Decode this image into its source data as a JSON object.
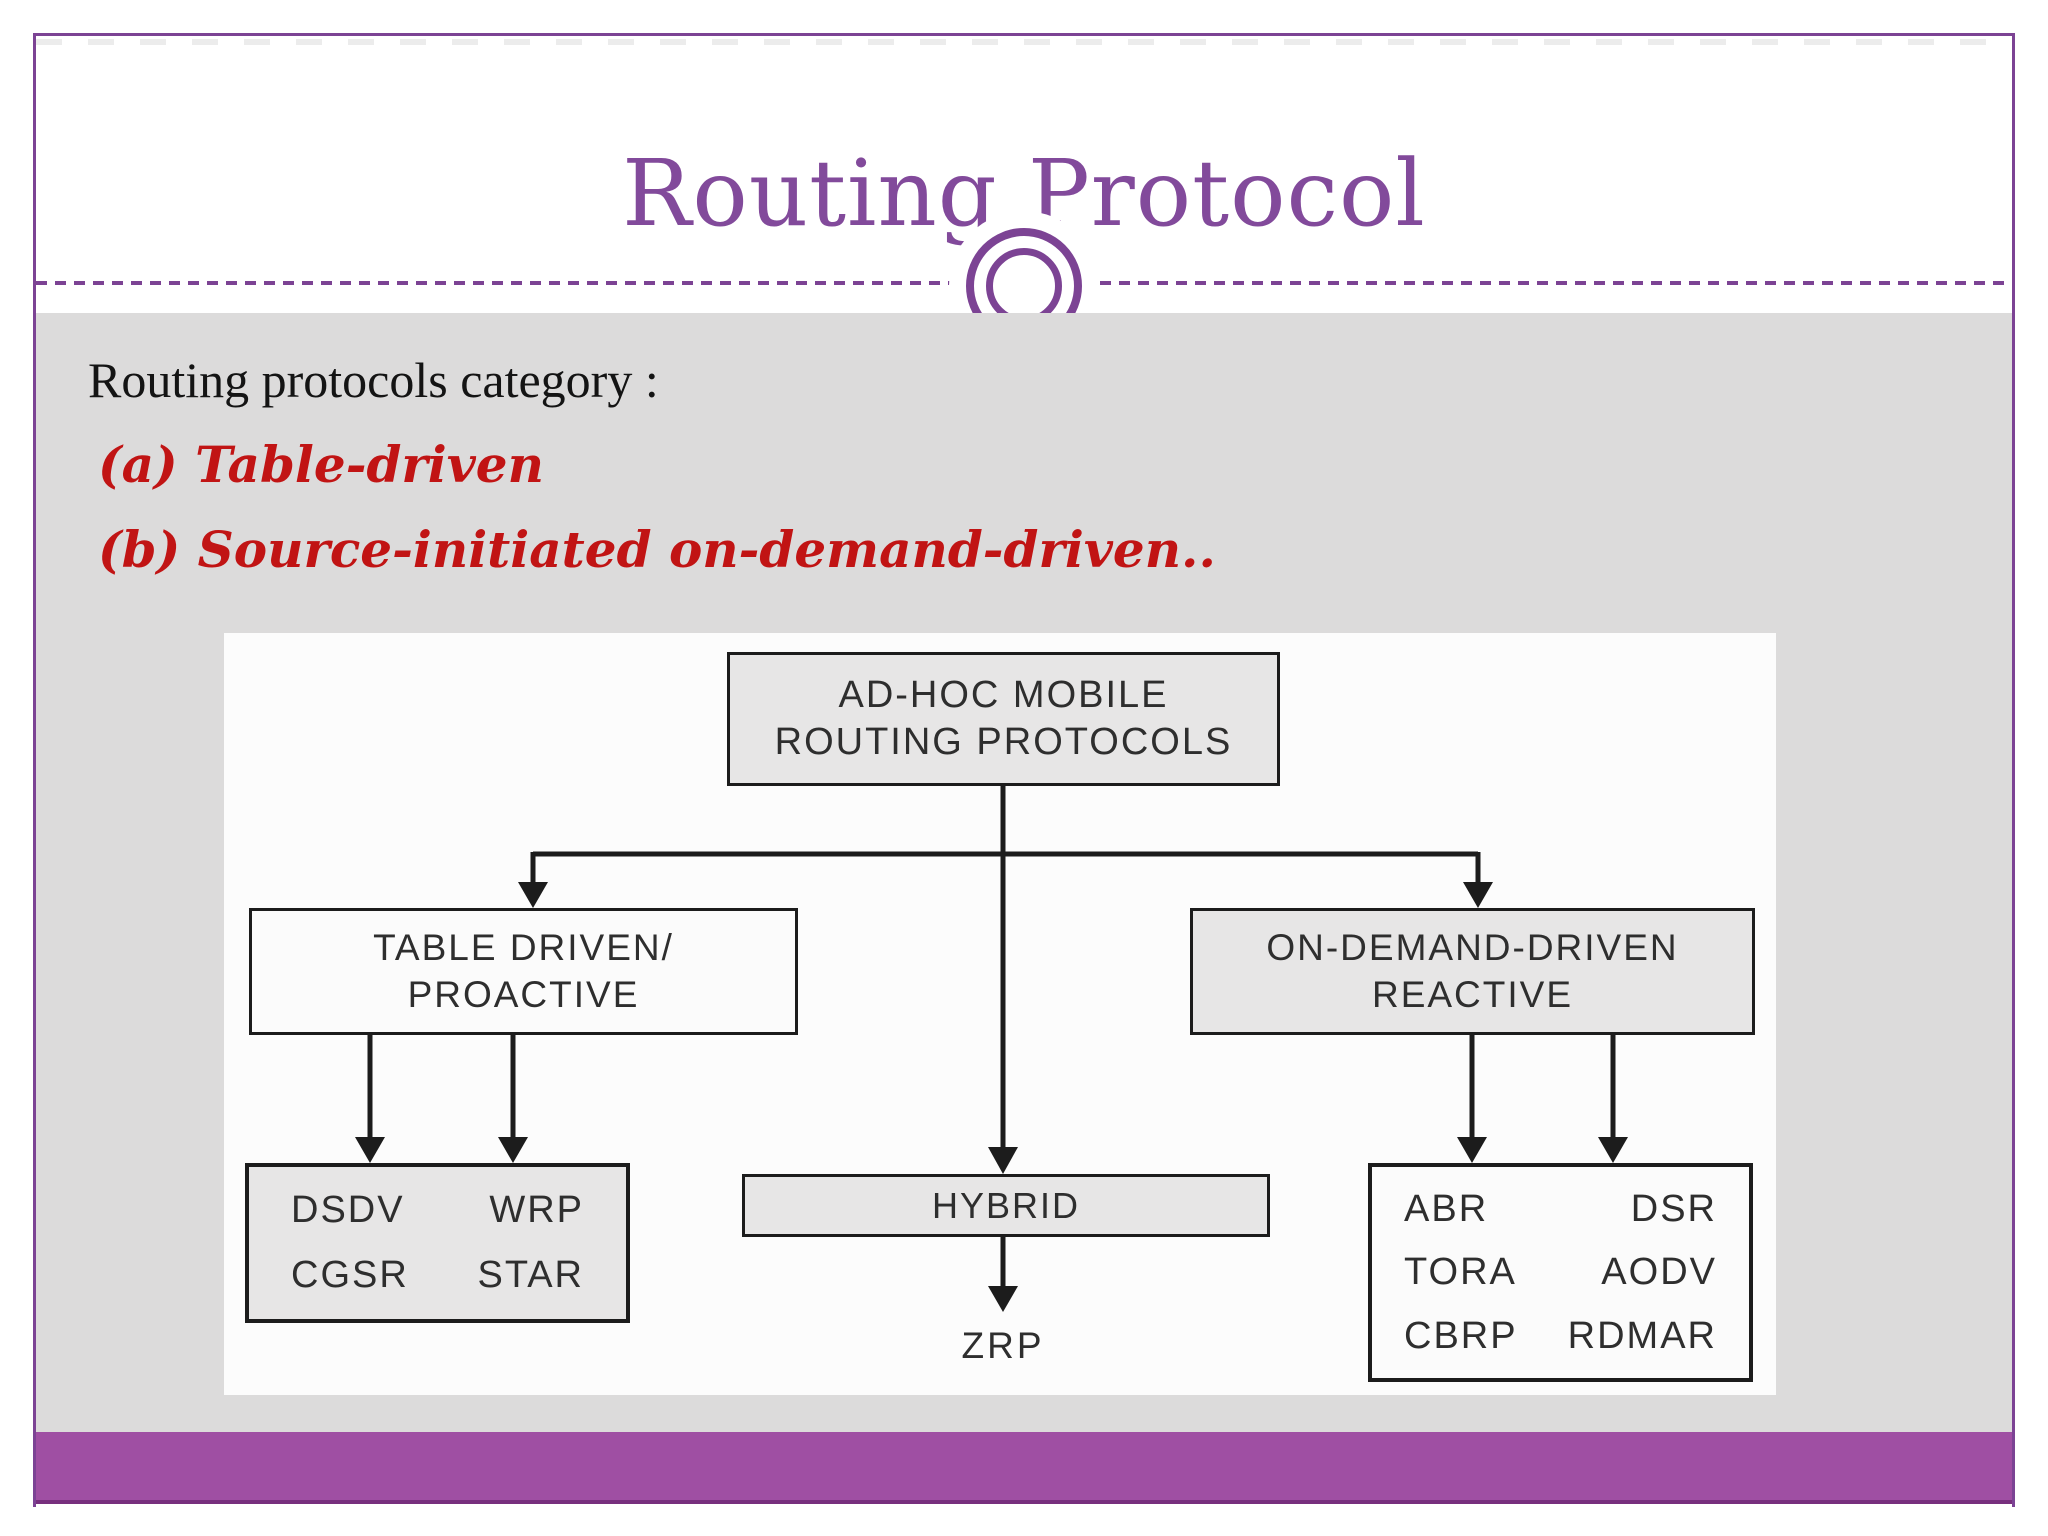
{
  "slide": {
    "title": "Routing Protocol",
    "intro": "Routing protocols category :",
    "item_a": "(a) Table-driven",
    "item_b": "(b) Source-initiated on-demand-driven..",
    "colors": {
      "accent_purple": "#7c4394",
      "title_purple": "#824a9b",
      "bottom_bar_purple": "#9f4fa3",
      "red_text": "#c11414",
      "content_gray": "#dcdbdb"
    }
  },
  "diagram": {
    "root": {
      "line1": "AD-HOC MOBILE",
      "line2": "ROUTING PROTOCOLS"
    },
    "table_driven": {
      "line1": "TABLE DRIVEN/",
      "line2": "PROACTIVE"
    },
    "on_demand": {
      "line1": "ON-DEMAND-DRIVEN",
      "line2": "REACTIVE"
    },
    "hybrid": {
      "label": "HYBRID",
      "child": "ZRP"
    },
    "table_driven_protocols": [
      [
        "DSDV",
        "WRP"
      ],
      [
        "CGSR",
        "STAR"
      ]
    ],
    "on_demand_protocols": [
      [
        "ABR",
        "DSR"
      ],
      [
        "TORA",
        "AODV"
      ],
      [
        "CBRP",
        "RDMAR"
      ]
    ]
  }
}
